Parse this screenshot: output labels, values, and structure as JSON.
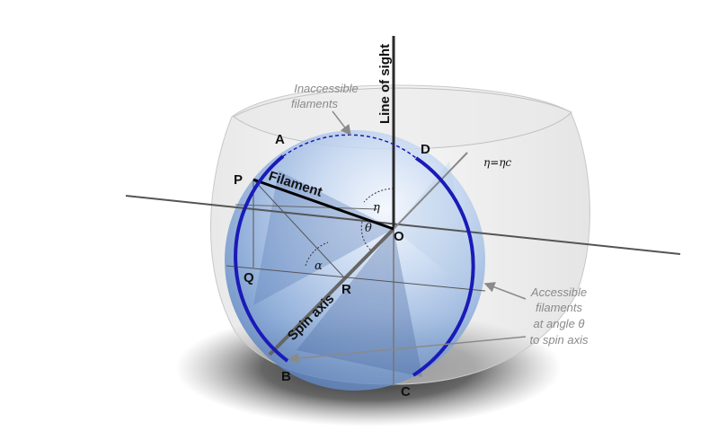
{
  "diagram": {
    "points": {
      "A": "A",
      "B": "B",
      "C": "C",
      "D": "D",
      "P": "P",
      "Q": "Q",
      "R": "R",
      "O": "O"
    },
    "axes": {
      "line_of_sight": "Line of sight",
      "spin_axis": "Spin axis"
    },
    "segments": {
      "filament": "Filament"
    },
    "angles": {
      "eta": "η",
      "theta": "θ",
      "alpha": "α",
      "eta_critical": "η=ηc"
    },
    "annotations": {
      "inaccessible": [
        "Inaccessible",
        "filaments"
      ],
      "accessible": [
        "Accessible",
        "filaments",
        "at angle θ",
        "to spin axis"
      ]
    },
    "colors": {
      "arc": "#1a1ab8",
      "sphere_fill": "#7fa8dc",
      "shadow": "#2a2a2a"
    }
  }
}
